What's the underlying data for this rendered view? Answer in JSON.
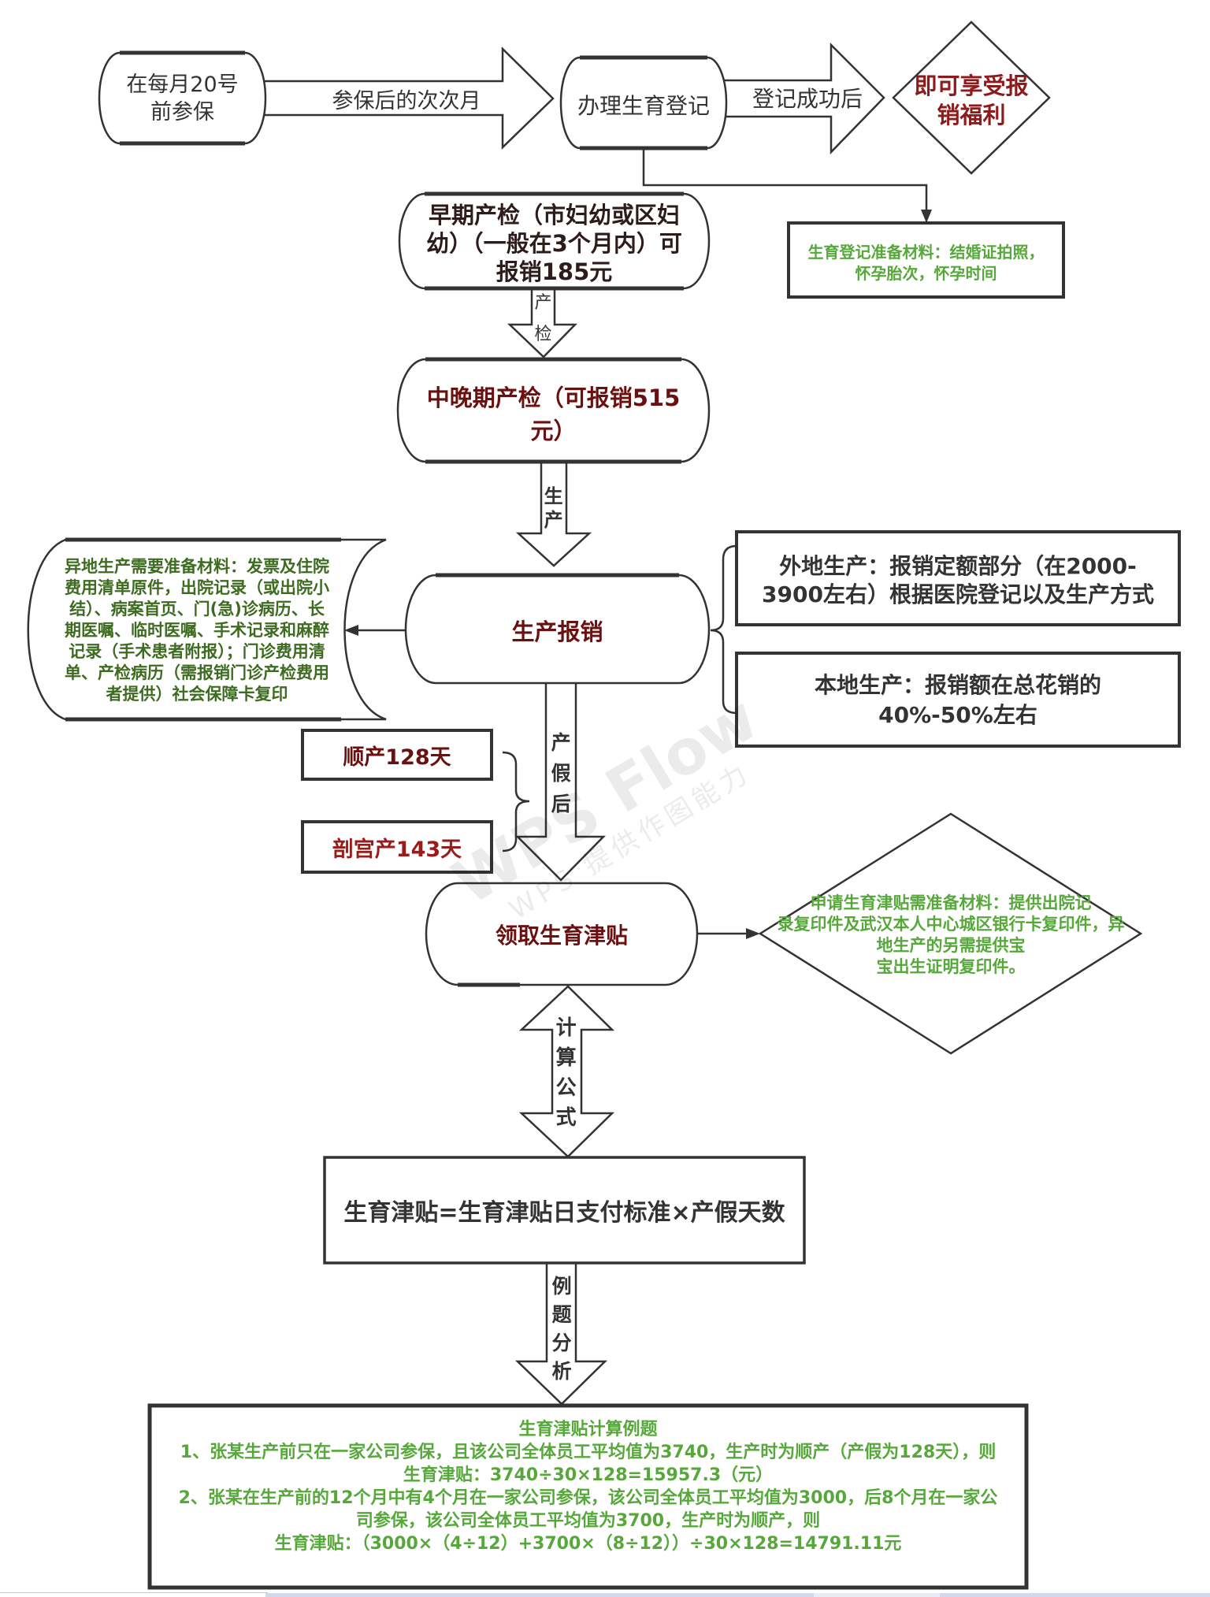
{
  "nodes": {
    "start": {
      "lines": [
        "在每月20号",
        "前参保"
      ]
    },
    "register": {
      "label": "办理生育登记"
    },
    "benefit": {
      "lines": [
        "即可享受报",
        "销福利"
      ]
    },
    "registration_materials": {
      "lines": [
        "生育登记准备材料：结婚证拍照，",
        "怀孕胎次，怀孕时间"
      ]
    },
    "early_checkup": {
      "lines": [
        "早期产检（市妇幼或区妇",
        "幼）（一般在3个月内）可",
        "报销185元"
      ]
    },
    "late_checkup": {
      "lines": [
        "中晚期产检（可报销515",
        "元）"
      ]
    },
    "birth_reimbursement": {
      "label": "生产报销"
    },
    "out_of_town_materials": {
      "lines": [
        "异地生产需要准备材料：发票及住院",
        "费用清单原件，出院记录（或出院小",
        "结）、病案首页、门(急)诊病历、长",
        "期医嘱、临时医嘱、手术记录和麻醉",
        "记录（手术患者附报）；门诊费用清",
        "单、产检病历（需报销门诊产检费用",
        "者提供）社会保障卡复印"
      ]
    },
    "out_of_town_birth": {
      "lines": [
        "外地生产：报销定额部分（在2000-",
        "3900左右）根据医院登记以及生产方式"
      ]
    },
    "local_birth": {
      "lines": [
        "本地生产：报销额在总花销的",
        "40%-50%左右"
      ]
    },
    "natural_birth": {
      "label": "顺产128天"
    },
    "cesarean_birth": {
      "label": "剖宫产143天"
    },
    "allowance": {
      "label": "领取生育津贴"
    },
    "allowance_materials": {
      "lines": [
        "申请生育津贴需准备材料：提供出院记",
        "录复印件及武汉本人中心城区银行卡复印件，异",
        "地生产的另需提供宝",
        "宝出生证明复印件。"
      ]
    },
    "formula": {
      "label": "生育津贴=生育津贴日支付标准×产假天数"
    },
    "example": {
      "title": "生育津贴计算例题",
      "lines": [
        "1、张某生产前只在一家公司参保，且该公司全体员工平均值为3740，生产时为顺产（产假为128天），则",
        "生育津贴：3740÷30×128=15957.3（元）",
        "2、张某在生产前的12个月中有4个月在一家公司参保，该公司全体员工平均值为3000，后8个月在一家公",
        "司参保，该公司全体员工平均值为3700，生产时为顺产，则",
        "生育津贴：（3000×（4÷12）+3700×（8÷12））÷30×128=14791.11元"
      ]
    }
  },
  "arrows": {
    "enroll_to_register": "参保后的次次月",
    "register_to_benefit": "登记成功后",
    "checkup": "产检",
    "birth": "生产",
    "after_leave": "产假后",
    "formula": "计算公式",
    "example": "例题分析"
  },
  "watermark": {
    "main": "WPS Flow",
    "sub": "WPS 提供作图能力"
  },
  "colors": {
    "stroke": "#333333",
    "text_dark": "#333333",
    "dark_red": "#6b1010",
    "red": "#8e1b1b",
    "bright_red": "#9b1b1b",
    "brown": "#2e1b1b",
    "dark_green": "#3d6b1f",
    "green": "#56a83a",
    "strip_blue": "#d2d9ea",
    "strip_light": "#e8ecf5"
  }
}
